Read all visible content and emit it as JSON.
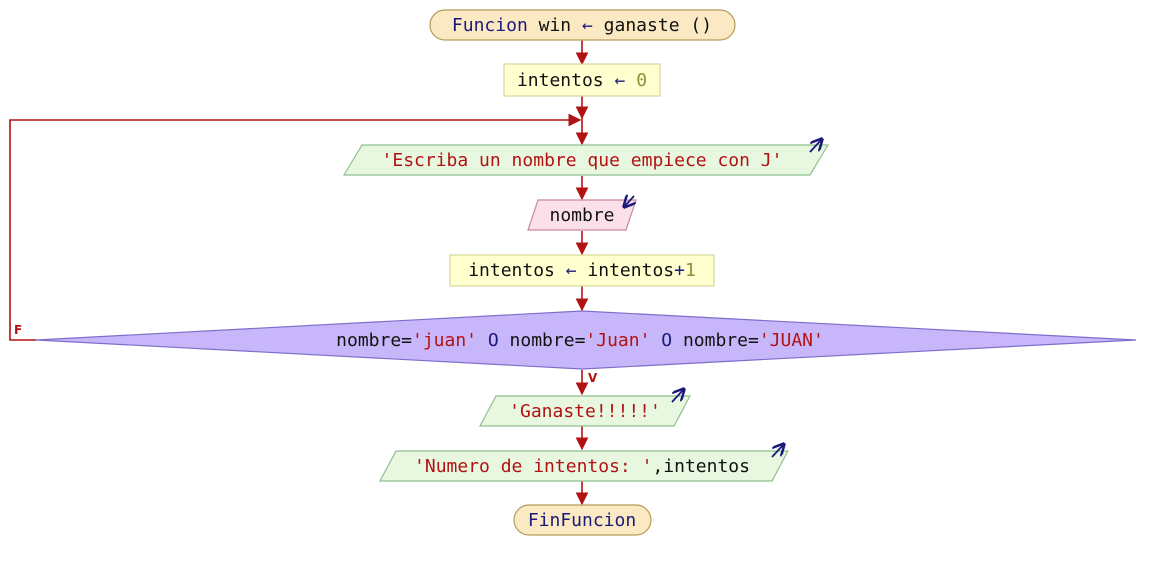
{
  "colors": {
    "flow_line": "#b31212",
    "terminal_fill": "#fbe9c4",
    "terminal_stroke": "#b89a5a",
    "process_fill": "#ffffcf",
    "process_stroke": "#d5d59a",
    "output_fill": "#e7f7e0",
    "output_stroke": "#8fbf8f",
    "input_fill": "#fbe0ea",
    "input_stroke": "#c9889e",
    "decision_fill": "#c8b6fa",
    "decision_stroke": "#7e6ec9",
    "io_arrow": "#1a1a7a"
  },
  "flow": {
    "start": {
      "keyword": "Funcion",
      "return_var": "win",
      "assign": "←",
      "name": "ganaste",
      "params": "()"
    },
    "init": {
      "var": "intentos",
      "assign": "←",
      "value": "0"
    },
    "prompt": {
      "text": "'Escriba un nombre que empiece con J'",
      "icon": "output-arrow-icon"
    },
    "read": {
      "var": "nombre",
      "icon": "input-arrow-icon"
    },
    "increment": {
      "var": "intentos",
      "assign": "←",
      "expr_var": "intentos",
      "plus": "+",
      "value": "1"
    },
    "condition": {
      "part1_var": "nombre=",
      "part1_str": "'juan'",
      "or1": " O ",
      "part2_var": "nombre=",
      "part2_str": "'Juan'",
      "or2": " O ",
      "part3_var": "nombre=",
      "part3_str": "'JUAN'",
      "false_label": "F",
      "true_label": "V"
    },
    "win_msg": {
      "text": "'Ganaste!!!!!'",
      "icon": "output-arrow-icon"
    },
    "attempts_msg": {
      "str": "'Numero de intentos: '",
      "sep": ",",
      "var": "intentos",
      "icon": "output-arrow-icon"
    },
    "end": {
      "keyword": "FinFuncion"
    }
  }
}
